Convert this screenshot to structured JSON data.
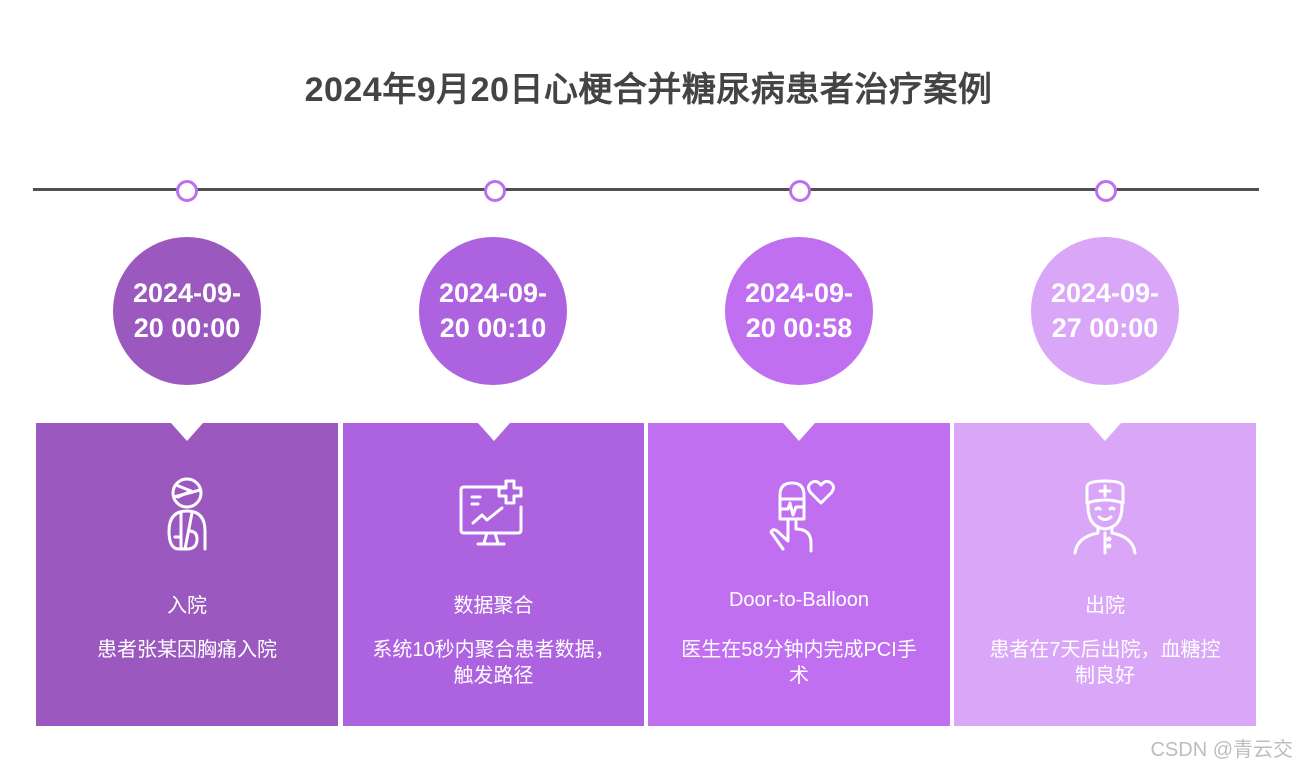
{
  "title": "2024年9月20日心梗合并糖尿病患者治疗案例",
  "colors": {
    "title": "#444444",
    "timeline_line": "#505050",
    "node_border": "#be6fee",
    "stage1": "#9b59c0",
    "stage2": "#ad62df",
    "stage3": "#bf6ff0",
    "stage4": "#daa6f8"
  },
  "events": [
    {
      "date_line1": "2024-09-",
      "date_line2": "20 00:00",
      "icon": "injured-patient-icon",
      "label": "入院",
      "description": "患者张某因胸痛入院",
      "color": "#9b59c0"
    },
    {
      "date_line1": "2024-09-",
      "date_line2": "20 00:10",
      "icon": "medical-monitor-data-icon",
      "label": "数据聚合",
      "description": "系统10秒内聚合患者数据，触发路径",
      "color": "#ad62df"
    },
    {
      "date_line1": "2024-09-",
      "date_line2": "20 00:58",
      "icon": "hand-heart-monitor-icon",
      "label": "Door-to-Balloon",
      "description": "医生在58分钟内完成PCI手术",
      "color": "#bf6ff0"
    },
    {
      "date_line1": "2024-09-",
      "date_line2": "27 00:00",
      "icon": "doctor-icon",
      "label": "出院",
      "description": "患者在7天后出院，血糖控制良好",
      "color": "#daa6f8"
    }
  ],
  "watermark": "CSDN @青云交"
}
